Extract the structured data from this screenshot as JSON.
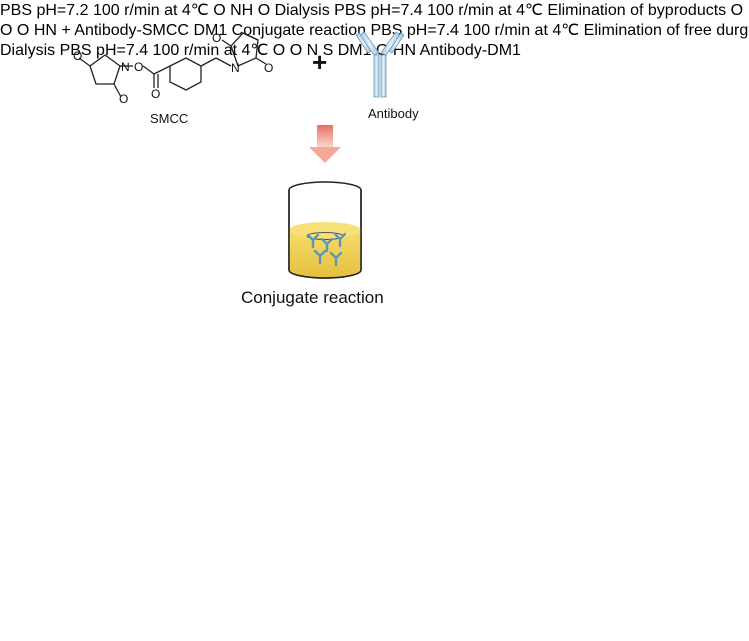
{
  "reagents": {
    "smcc": "SMCC",
    "plus": "+",
    "antibody": "Antibody",
    "antibody_smcc": "Antibody-SMCC",
    "dm1": "DM1",
    "antibody_dm1": "Antibody-DM1"
  },
  "steps": {
    "conjugate_1": "Conjugate reaction",
    "dialysis_1": "Dialysis",
    "conjugate_2": "Conjugate reaction",
    "dialysis_2": "Dialysis"
  },
  "conditions": {
    "step1": {
      "buffer": "PBS",
      "ph": "pH=7.2",
      "speed": "100 r/min at 4℃"
    },
    "step2": {
      "buffer": "PBS",
      "ph": "pH=7.4",
      "speed": "100 r/min at 4℃"
    },
    "step3": {
      "buffer": "PBS",
      "ph": "pH=7.4",
      "speed": "100 r/min at 4℃"
    },
    "step4": {
      "buffer": "PBS",
      "ph": "pH=7.4",
      "speed": "100 r/min at 4℃"
    }
  },
  "eliminations": {
    "byproducts_a": "Elimination",
    "byproducts_b": "of",
    "byproducts_c": "byproducts",
    "drug_a": "Elimination",
    "drug_b": "of",
    "drug_c": "free durg"
  },
  "chem_labels": {
    "o": "O",
    "n": "N",
    "nh": "NH",
    "hn": "HN",
    "s": "S",
    "dm1": "DM1"
  },
  "colors": {
    "beaker_yellow": "#f2cf55",
    "beaker_green": "#8cc63f",
    "antibody_blue": "#8fb8d4",
    "antibody_dark": "#5a7f98",
    "arrow_red": "#e06a5a",
    "arrow_violet": "#a898cc",
    "linker_purple": "#4b2a7a"
  }
}
